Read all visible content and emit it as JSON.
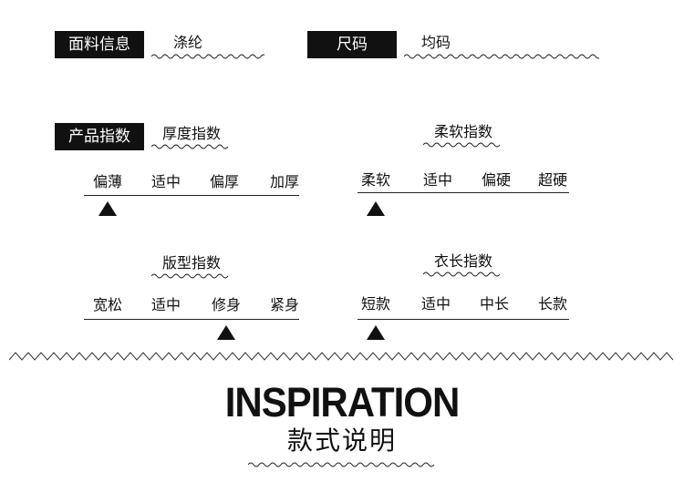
{
  "fabric": {
    "tag": "面料信息",
    "value": "涤纶"
  },
  "size": {
    "tag": "尺码",
    "value": "均码"
  },
  "indices": {
    "tag": "产品指数",
    "thickness": {
      "heading": "厚度指数",
      "labels": [
        "偏薄",
        "适中",
        "偏厚",
        "加厚"
      ],
      "selected_index": 0
    },
    "softness": {
      "heading": "柔软指数",
      "labels": [
        "柔软",
        "适中",
        "偏硬",
        "超硬"
      ],
      "selected_index": 0
    },
    "fit": {
      "heading": "版型指数",
      "labels": [
        "宽松",
        "适中",
        "修身",
        "紧身"
      ],
      "selected_index": 2
    },
    "length": {
      "heading": "衣长指数",
      "labels": [
        "短款",
        "适中",
        "中长",
        "长款"
      ],
      "selected_index": 0
    }
  },
  "inspiration": {
    "title_en": "INSPIRATION",
    "title_cn": "款式说明"
  },
  "colors": {
    "ink": "#111111",
    "background": "#ffffff"
  }
}
